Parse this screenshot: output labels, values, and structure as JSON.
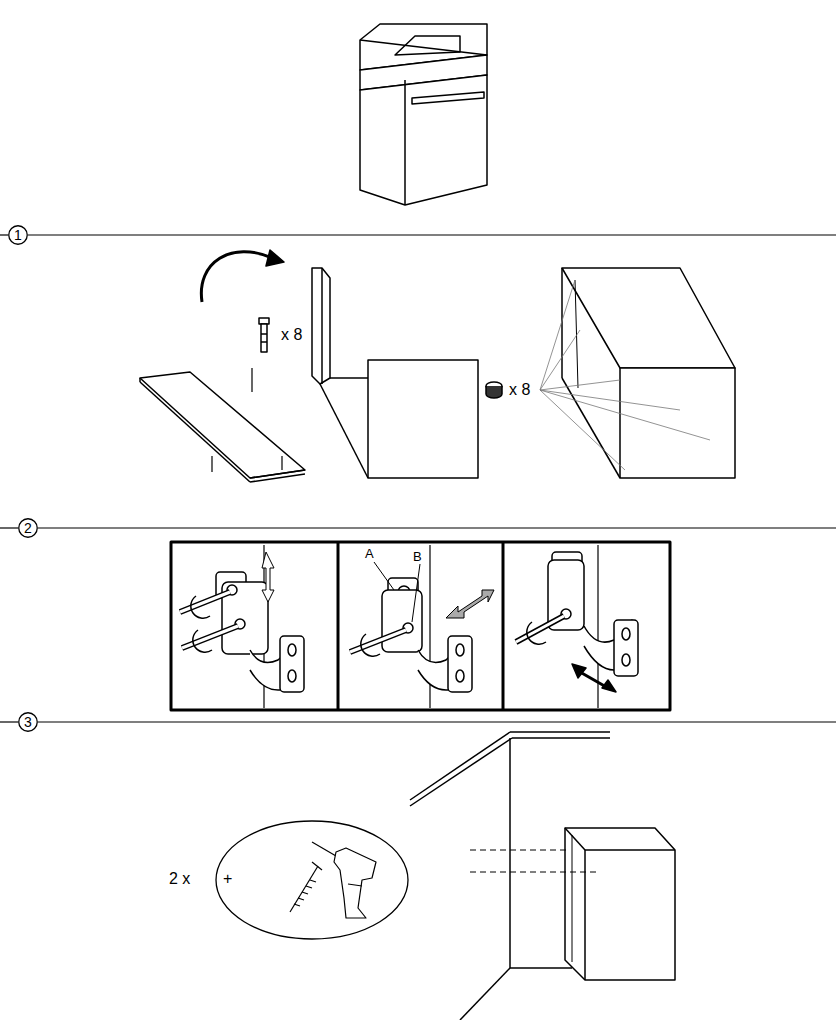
{
  "diagram": {
    "nodes": [
      {
        "text": [
          "1"
        ]
      },
      {
        "text": [
          "2"
        ]
      },
      {
        "text": [
          "3"
        ]
      },
      {
        "text": [
          "2 x",
          "+"
        ]
      }
    ],
    "edges": [],
    "labels": [
      "x 8",
      "x 8",
      "A",
      "B"
    ]
  }
}
